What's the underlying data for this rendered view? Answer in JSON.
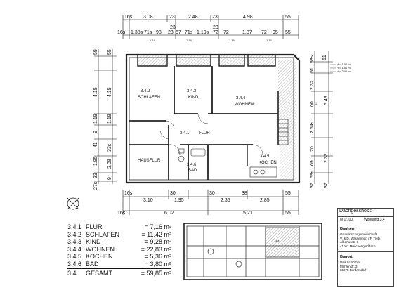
{
  "dims_top": {
    "row1": [
      "16s",
      "3.08",
      "23",
      "2.48",
      "23",
      "4.98",
      "55"
    ],
    "row2": [
      "16s",
      "1.38s",
      "71s",
      "98",
      "23",
      "57",
      "71s",
      "1.19s",
      "72",
      "72",
      "1.87",
      "72",
      "95",
      "55"
    ],
    "row2_mid": [
      "23",
      "23"
    ],
    "row2_small": [
      "1.14",
      "1.14",
      "1.14",
      "1.14"
    ]
  },
  "dims_left_outer": [
    "59",
    "4.15",
    "1.19",
    "9",
    "41",
    "1.95",
    "33",
    "27s"
  ],
  "dims_left_inner": [
    "55",
    "4.15",
    "1.19",
    "33s",
    "2.08",
    "9"
  ],
  "dims_right": [
    "58s",
    "51",
    "51",
    "2.32",
    "00",
    "63",
    "2.54s",
    "70",
    "69",
    "59s",
    "37",
    "37",
    "2.32",
    "5.43"
  ],
  "dims_bottom": {
    "row1": [
      "16s",
      "30",
      "30",
      "38",
      "55"
    ],
    "row2": [
      "3.10",
      "1.95",
      "2.35",
      "2.85"
    ],
    "row3": [
      "16s",
      "6.02",
      "5.21",
      "55"
    ]
  },
  "height_notes": [
    "H = 1.00 m",
    "H = 1.50 m",
    "H = 2.00 m"
  ],
  "room_labels": [
    {
      "num": "3.4.2",
      "name": "SCHLAFEN"
    },
    {
      "num": "3.4.3",
      "name": "KIND"
    },
    {
      "num": "3.4.4",
      "name": "WOHNEN"
    },
    {
      "num": "3.4.1",
      "name": "FLUR"
    },
    {
      "num": "",
      "name": "HAUSFLUR"
    },
    {
      "num": "3.4.6",
      "name": "BAD"
    },
    {
      "num": "3.4.5",
      "name": "KOCHEN"
    }
  ],
  "areas": [
    {
      "num": "3.4.1",
      "name": "FLUR",
      "value": "= 7,16 m²"
    },
    {
      "num": "3.4.2",
      "name": "SCHLAFEN",
      "value": "= 11,42 m²"
    },
    {
      "num": "3.4.3",
      "name": "KIND",
      "value": "= 9,28 m²"
    },
    {
      "num": "3.4.4",
      "name": "WOHNEN",
      "value": "= 22,83 m²"
    },
    {
      "num": "3.4.5",
      "name": "KOCHEN",
      "value": "= 5,36 m²"
    },
    {
      "num": "3.4.6",
      "name": "BAD",
      "value": "= 3,80 m²"
    }
  ],
  "total": {
    "num": "3.4",
    "name": "GESAMT",
    "value": "= 59,85 m²"
  },
  "key_plan_label": "3.4",
  "title_block": {
    "title": "Dachgeschoss",
    "scale": "M 1:100",
    "unit": "Wohnung 3.4",
    "bauherr_head": "Bauherr",
    "bauherr_text": "Grundstücksgemeinschaft\nV. & D. Wasserman / F. Trebi\nAlbertusstr. 8\n41061 Mönchengladbach",
    "bauort_head": "Bauort",
    "bauort_text": "Villa Schlörhor\nMühlenstr. 3\n65075 Bordersdorf"
  },
  "colors": {
    "line": "#111111",
    "hatch": "#555555",
    "wall": "#222222"
  }
}
